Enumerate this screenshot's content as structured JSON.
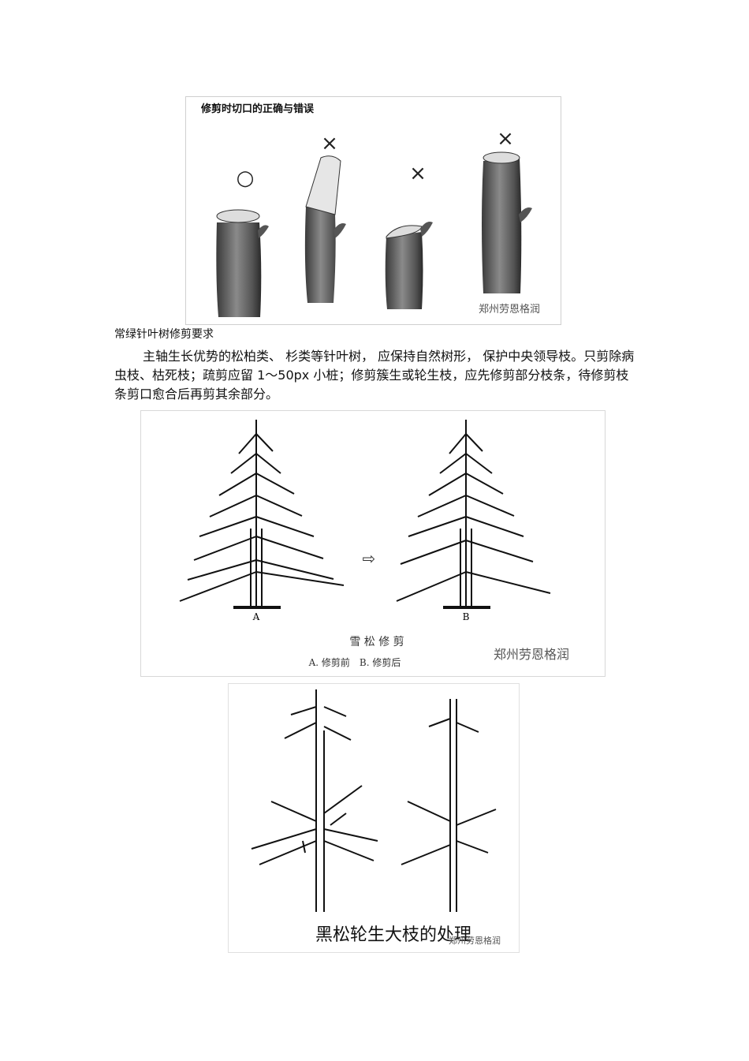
{
  "figure1": {
    "title": "修剪时切口的正确与错误",
    "marks": [
      "○",
      "×",
      "×",
      "×"
    ],
    "watermark": "郑州劳恩格润"
  },
  "section": {
    "heading": "常绿针叶树修剪要求",
    "paragraph": "主轴生长优势的松柏类、 杉类等针叶树， 应保持自然树形， 保护中央领导枝。只剪除病虫枝、枯死枝；疏剪应留 1～50px 小桩；修剪簇生或轮生枝，应先修剪部分枝条，待修剪枝条剪口愈合后再剪其余部分。"
  },
  "figure2": {
    "label_a": "A",
    "label_b": "B",
    "arrow": "⇨",
    "caption_title": "雪 松 修 剪",
    "caption_sub": "A. 修剪前　B. 修剪后",
    "watermark": "郑州劳恩格润"
  },
  "figure3": {
    "caption": "黑松轮生大枝的处理",
    "watermark": "郑州劳恩格润"
  }
}
